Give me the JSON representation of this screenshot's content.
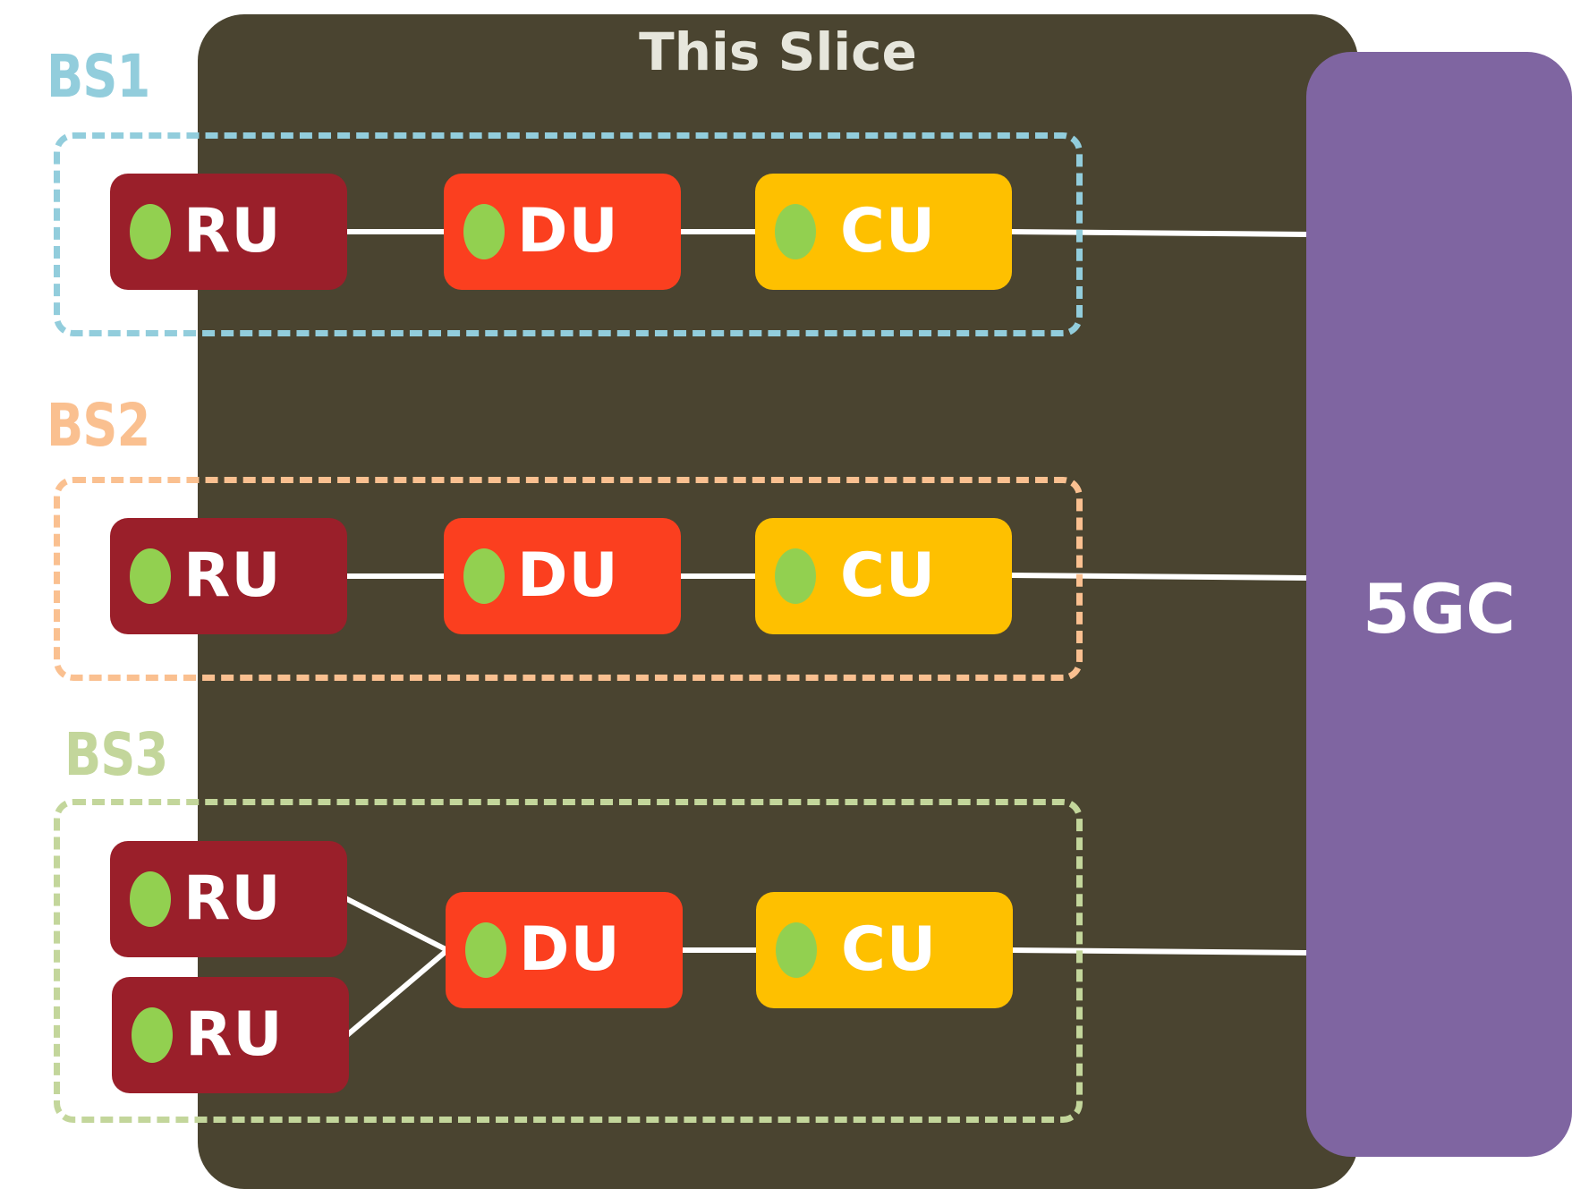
{
  "slice": {
    "title": "This Slice"
  },
  "core": {
    "label": "5GC",
    "color": "#7f65a1"
  },
  "base_stations": [
    {
      "label": "BS1",
      "color": "#92cddc",
      "ru": "RU",
      "du": "DU",
      "cu": "CU"
    },
    {
      "label": "BS2",
      "color": "#fac090",
      "ru": "RU",
      "du": "DU",
      "cu": "CU"
    },
    {
      "label": "BS3",
      "color": "#c3d69b",
      "ru_a": "RU",
      "ru_b": "RU",
      "du": "DU",
      "cu": "CU"
    }
  ],
  "node_colors": {
    "ru": "#9a1f2a",
    "du": "#fb3f1f",
    "cu": "#fec000",
    "status_dot": "#92d050"
  }
}
